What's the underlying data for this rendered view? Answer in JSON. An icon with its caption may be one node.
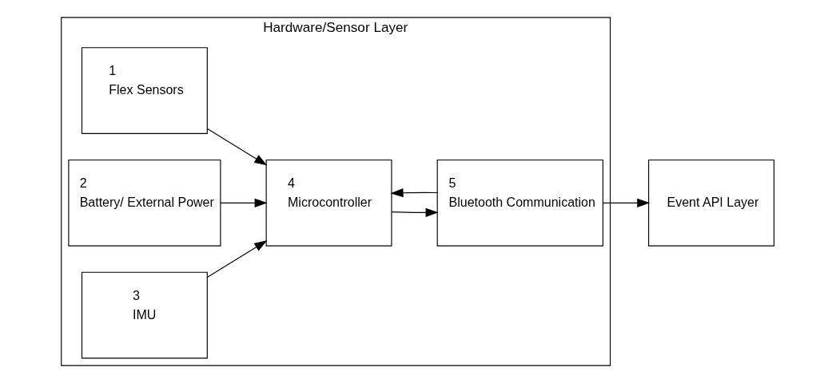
{
  "diagram": {
    "nodes": [
      {
        "text": [
          "Hardware/Sensor Layer"
        ]
      },
      {
        "text": [
          "1",
          "Flex Sensors"
        ],
        "in": 0
      },
      {
        "text": [
          "2",
          "Battery/ External Power"
        ],
        "in": 0
      },
      {
        "text": [
          "3",
          "IMU"
        ],
        "in": 0
      },
      {
        "text": [
          "4",
          "Microcontroller"
        ],
        "in": 0
      },
      {
        "text": [
          "5",
          "Bluetooth Communication"
        ],
        "in": 0
      },
      {
        "text": [
          "Event API Layer"
        ]
      }
    ],
    "edges": [
      {
        "from": 1,
        "to": 4,
        "arrow": "to"
      },
      {
        "from": 2,
        "to": 4,
        "arrow": "to"
      },
      {
        "from": 3,
        "to": 4,
        "arrow": "to"
      },
      {
        "from": 4,
        "to": 5,
        "arrow": "to"
      },
      {
        "from": 5,
        "to": 4,
        "arrow": "to"
      },
      {
        "from": 5,
        "to": 6,
        "arrow": "to"
      }
    ]
  }
}
